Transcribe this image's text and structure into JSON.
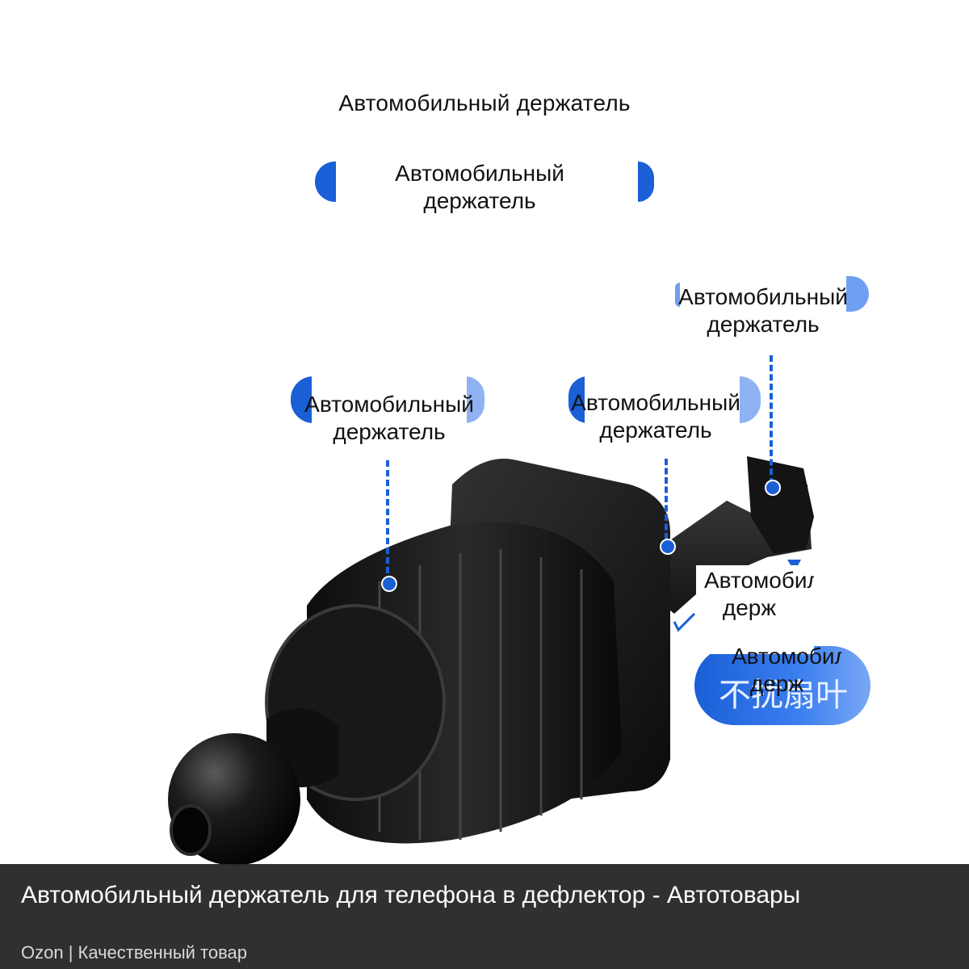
{
  "header": {
    "title": "Автомобильный держатель",
    "badge_label": "Автомобильный держатель"
  },
  "callouts": {
    "top_right": "Автомобильный держатель",
    "left": "Автомобильный держатель",
    "middle": "Автомобильный держатель",
    "side_label_1": "Автомобильный держ",
    "side_label_2": "Автомобильный держ",
    "feature_badge": "不扰扇叶"
  },
  "caption": {
    "title": "Автомобильный держатель для телефона в дефлектор - Автотовары",
    "subtitle": "Ozon | Качественный товар"
  },
  "colors": {
    "accent": "#1a5fd6",
    "accent_light": "#6f9ff0",
    "caption_bg": "#2b2b2b"
  }
}
